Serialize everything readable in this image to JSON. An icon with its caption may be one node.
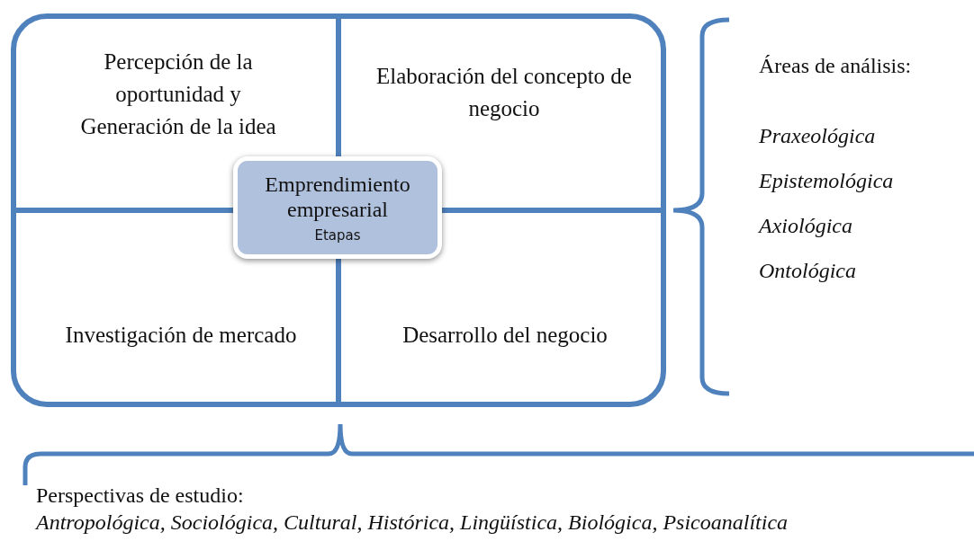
{
  "diagram": {
    "nodes": [
      {
        "text": [],
        "shape": "box"
      },
      {
        "text": [
          "Percepción de la oportunidad y Generación de la idea"
        ],
        "in": 0
      },
      {
        "text": [
          "Elaboración del concepto de negocio"
        ],
        "in": 0
      },
      {
        "text": [
          "Investigación de mercado"
        ],
        "in": 0
      },
      {
        "text": [
          "Desarrollo del negocio"
        ],
        "in": 0
      },
      {
        "text": [
          "Emprendimiento empresarial",
          "Etapas"
        ],
        "in": 0
      }
    ],
    "edges": [],
    "labels": [
      "Áreas de análisis:",
      "Praxeológica",
      "Epistemológica",
      "Axiológica",
      "Ontológica",
      "Perspectivas de estudio:",
      "Antropológica, Sociológica, Cultural, Histórica, Lingüística, Biológica, Psicoanalítica"
    ]
  }
}
